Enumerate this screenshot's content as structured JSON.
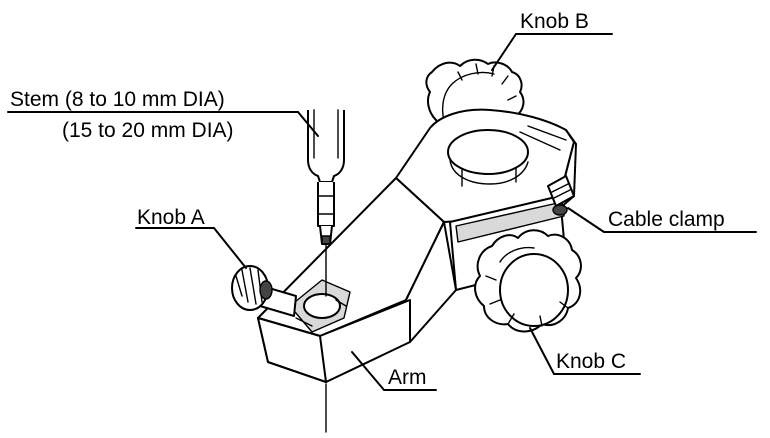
{
  "labels": {
    "stem_line1": "Stem (8 to 10 mm DIA)",
    "stem_line2": "(15 to 20 mm DIA)",
    "knob_a": "Knob A",
    "knob_b": "Knob B",
    "knob_c": "Knob C",
    "cable_clamp": "Cable clamp",
    "arm": "Arm"
  }
}
